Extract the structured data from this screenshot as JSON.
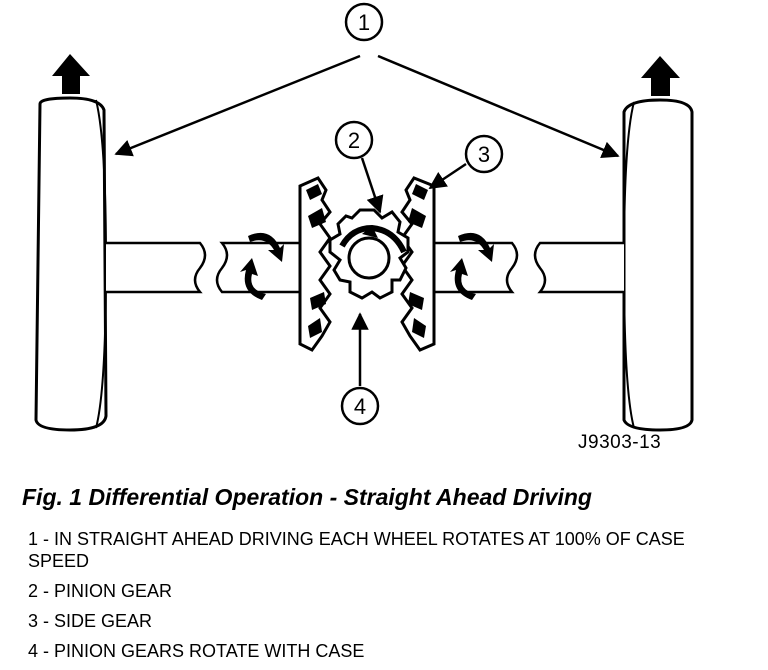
{
  "callouts": {
    "c1": "1",
    "c2": "2",
    "c3": "3",
    "c4": "4"
  },
  "ref_code": "J9303-13",
  "caption": "Fig. 1 Differential Operation - Straight Ahead Driving",
  "legend": [
    "1 - IN STRAIGHT AHEAD DRIVING EACH WHEEL ROTATES AT 100% OF CASE SPEED",
    "2 - PINION GEAR",
    "3 - SIDE GEAR",
    "4 - PINION GEARS ROTATE WITH CASE"
  ],
  "icons": {
    "wheel_arrows": "arrow-up-icon",
    "axle_rotation": "rotation-arrow-icon"
  }
}
